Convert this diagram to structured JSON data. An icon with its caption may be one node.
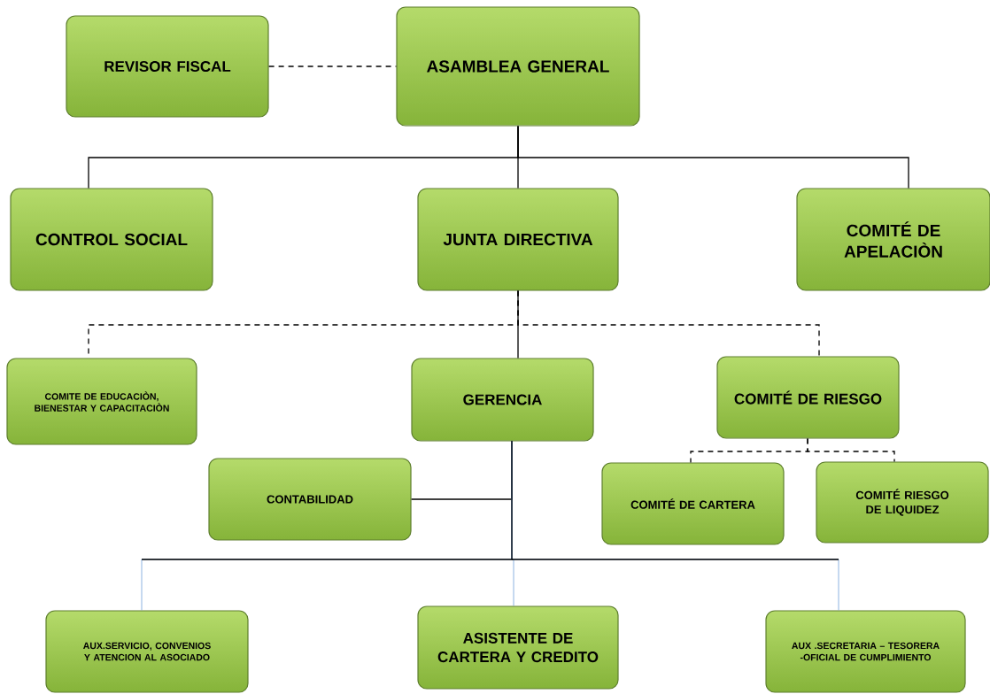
{
  "diagram": {
    "nodes": [
      {
        "text": [
          "REVISOR FISCAL"
        ]
      },
      {
        "text": [
          "ASAMBLEA GENERAL"
        ]
      },
      {
        "text": [
          "CONTROL SOCIAL"
        ]
      },
      {
        "text": [
          "JUNTA DIRECTIVA"
        ]
      },
      {
        "text": [
          "COMITÉ DE APELACIÒN"
        ]
      },
      {
        "text": [
          "COMITE DE EDUCACIÒN, BIENESTAR Y CAPACITACIÒN"
        ]
      },
      {
        "text": [
          "GERENCIA"
        ]
      },
      {
        "text": [
          "COMITÉ DE RIESGO"
        ]
      },
      {
        "text": [
          "CONTABILIDAD"
        ]
      },
      {
        "text": [
          "COMITÉ DE CARTERA"
        ]
      },
      {
        "text": [
          "COMITÉ RIESGO DE LIQUIDEZ"
        ]
      },
      {
        "text": [
          "AUX.SERVICIO, CONVENIOS Y ATENCION AL ASOCIADO"
        ]
      },
      {
        "text": [
          "ASISTENTE DE CARTERA Y CREDITO"
        ]
      },
      {
        "text": [
          "AUX .SECRETARIA – TESORERA -OFICIAL DE CUMPLIMIENTO"
        ]
      }
    ],
    "edges": [
      {
        "from": 0,
        "to": 1,
        "arrow": "none",
        "style": "dashed"
      },
      {
        "from": 1,
        "to": 2,
        "arrow": "none"
      },
      {
        "from": 1,
        "to": 3,
        "arrow": "none"
      },
      {
        "from": 1,
        "to": 4,
        "arrow": "none"
      },
      {
        "from": 3,
        "to": 5,
        "arrow": "none",
        "style": "dashed"
      },
      {
        "from": 3,
        "to": 6,
        "arrow": "none"
      },
      {
        "from": 3,
        "to": 7,
        "arrow": "none",
        "style": "dashed"
      },
      {
        "from": 6,
        "to": 8,
        "arrow": "none"
      },
      {
        "from": 6,
        "to": 11,
        "arrow": "none",
        "color": "#6f9fd8"
      },
      {
        "from": 6,
        "to": 12,
        "arrow": "none",
        "color": "#6f9fd8"
      },
      {
        "from": 6,
        "to": 13,
        "arrow": "none",
        "color": "#6f9fd8"
      },
      {
        "from": 7,
        "to": 9,
        "arrow": "none",
        "style": "dashed"
      },
      {
        "from": 7,
        "to": 10,
        "arrow": "none",
        "style": "dashed"
      }
    ]
  }
}
